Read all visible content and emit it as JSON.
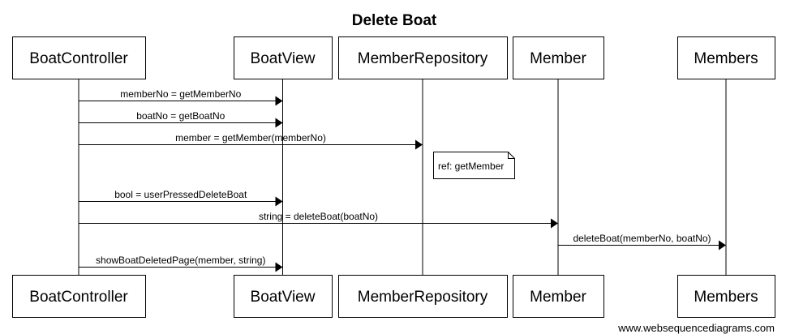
{
  "title": "Delete Boat",
  "participants": [
    {
      "id": "boatcontroller",
      "label": "BoatController"
    },
    {
      "id": "boatview",
      "label": "BoatView"
    },
    {
      "id": "memberrepository",
      "label": "MemberRepository"
    },
    {
      "id": "member",
      "label": "Member"
    },
    {
      "id": "members",
      "label": "Members"
    }
  ],
  "messages": [
    {
      "from": "boatcontroller",
      "to": "boatview",
      "label": "memberNo = getMemberNo"
    },
    {
      "from": "boatcontroller",
      "to": "boatview",
      "label": "boatNo = getBoatNo"
    },
    {
      "from": "boatcontroller",
      "to": "memberrepository",
      "label": "member = getMember(memberNo)"
    },
    {
      "from": "boatcontroller",
      "to": "boatview",
      "label": "bool = userPressedDeleteBoat"
    },
    {
      "from": "boatcontroller",
      "to": "member",
      "label": "string = deleteBoat(boatNo)"
    },
    {
      "from": "member",
      "to": "members",
      "label": "deleteBoat(memberNo, boatNo)"
    },
    {
      "from": "boatcontroller",
      "to": "boatview",
      "label": "showBoatDeletedPage(member, string)"
    }
  ],
  "note": {
    "over": "memberrepository",
    "label": "ref: getMember"
  },
  "watermark": "www.websequencediagrams.com"
}
